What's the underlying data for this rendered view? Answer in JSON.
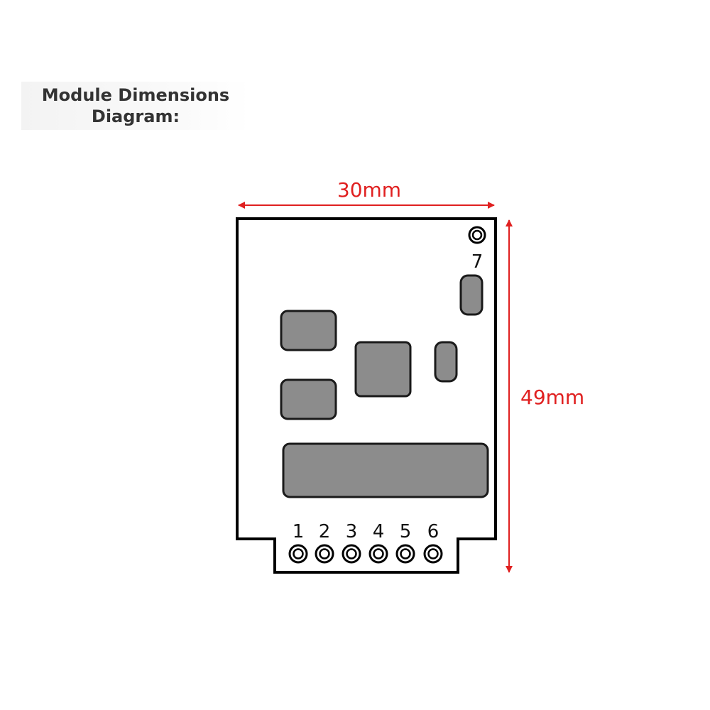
{
  "title": {
    "line1": "Module Dimensions",
    "line2": "Diagram:"
  },
  "dimensions": {
    "width_label": "30mm",
    "height_label": "49mm",
    "color": "#e02020"
  },
  "pins": {
    "bottom": [
      "1",
      "2",
      "3",
      "4",
      "5",
      "6"
    ],
    "corner": "7"
  },
  "colors": {
    "board_outline": "#000000",
    "component_fill": "#8c8c8c",
    "component_stroke": "#1a1a1a"
  }
}
